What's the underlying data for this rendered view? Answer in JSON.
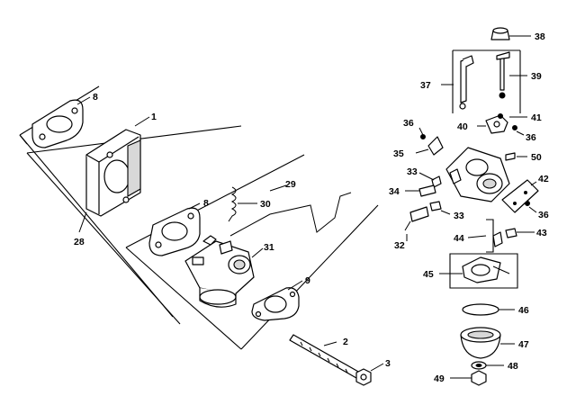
{
  "callouts": {
    "c1": "1",
    "c2": "2",
    "c3": "3",
    "c8a": "8",
    "c8b": "8",
    "c9": "9",
    "c28": "28",
    "c29": "29",
    "c30": "30",
    "c31": "31",
    "c32": "32",
    "c33a": "33",
    "c33b": "33",
    "c34": "34",
    "c35": "35",
    "c36a": "36",
    "c36b": "36",
    "c36c": "36",
    "c37": "37",
    "c38": "38",
    "c39": "39",
    "c40": "40",
    "c41": "41",
    "c42": "42",
    "c43": "43",
    "c44": "44",
    "c45": "45",
    "c46": "46",
    "c47": "47",
    "c48": "48",
    "c49": "49",
    "c50": "50"
  },
  "colors": {
    "ink": "#000000",
    "paper": "#ffffff",
    "shade": "#d8d8d8"
  }
}
